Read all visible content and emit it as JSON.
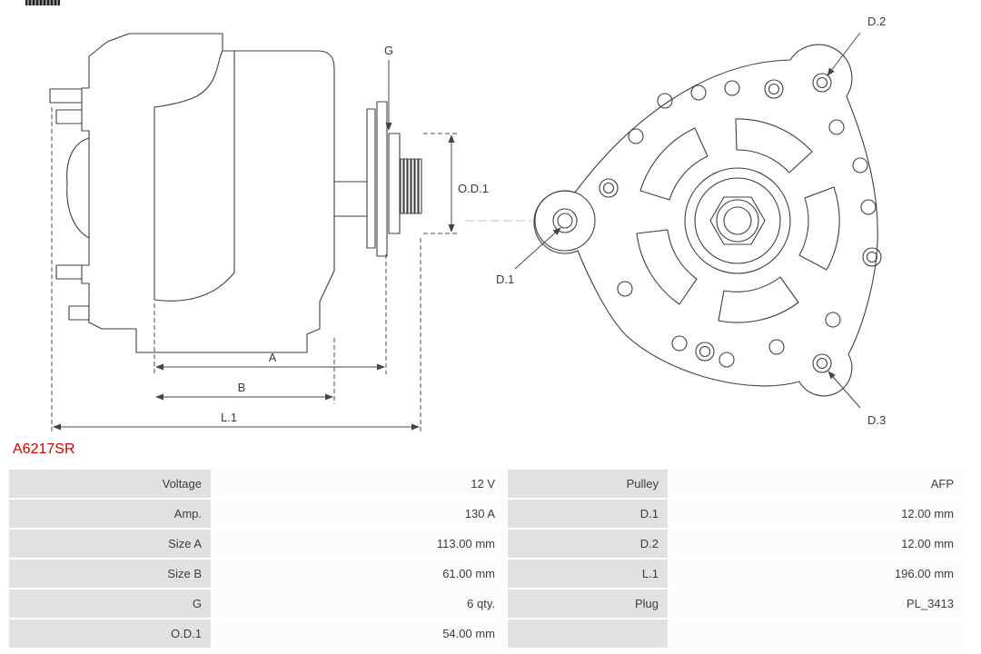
{
  "part_number": "A6217SR",
  "part_number_color": "#d10000",
  "diagram": {
    "side_labels": {
      "g": "G",
      "od1": "O.D.1",
      "a": "A",
      "b": "B",
      "l1": "L.1"
    },
    "front_labels": {
      "d1": "D.1",
      "d2": "D.2",
      "d3": "D.3"
    }
  },
  "spec_table": {
    "rows": [
      {
        "left_label": "Voltage",
        "left_value": "12 V",
        "right_label": "Pulley",
        "right_value": "AFP"
      },
      {
        "left_label": "Amp.",
        "left_value": "130 A",
        "right_label": "D.1",
        "right_value": "12.00 mm"
      },
      {
        "left_label": "Size A",
        "left_value": "113.00 mm",
        "right_label": "D.2",
        "right_value": "12.00 mm"
      },
      {
        "left_label": "Size B",
        "left_value": "61.00 mm",
        "right_label": "L.1",
        "right_value": "196.00 mm"
      },
      {
        "left_label": "G",
        "left_value": "6 qty.",
        "right_label": "Plug",
        "right_value": "PL_3413"
      },
      {
        "left_label": "O.D.1",
        "left_value": "54.00 mm",
        "right_label": "",
        "right_value": ""
      }
    ]
  }
}
